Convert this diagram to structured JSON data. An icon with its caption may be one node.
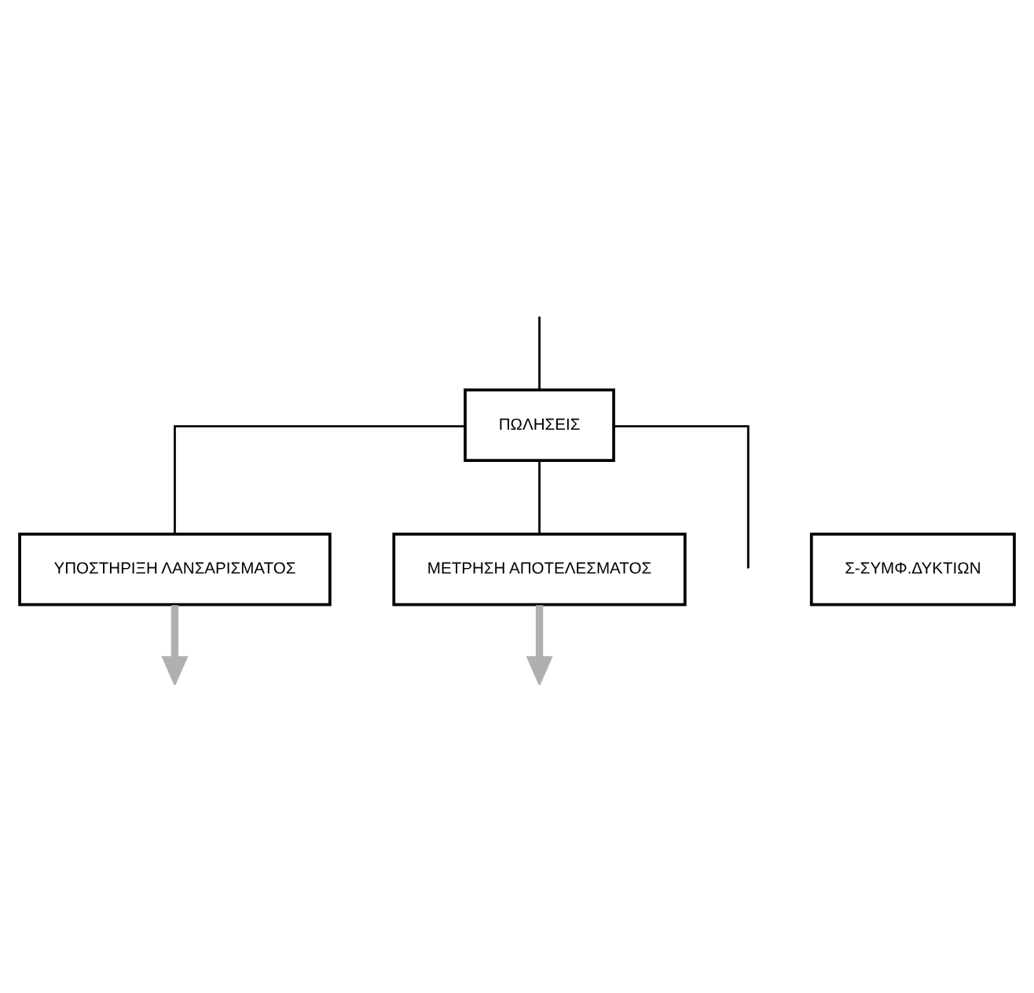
{
  "diagram": {
    "nodes": [
      {
        "text": [
          "ΠΩΛΗΣΕΙΣ"
        ]
      },
      {
        "text": [
          "Σ-ΣΥΜΦ.ΔΥΚΤΙΩΝ"
        ]
      },
      {
        "text": [
          "ΥΠΟΣΤΗΡΙΞΗ ΛΑΝΣΑΡΙΣΜΑΤΟΣ"
        ]
      },
      {
        "text": [
          "ΜΕΤΡΗΣΗ ΑΠΟΤΕΛΕΣΜΑΤΟΣ"
        ]
      }
    ],
    "edges": [
      {
        "from": null,
        "to": 0,
        "arrow": "none"
      },
      {
        "from": 0,
        "to": null,
        "arrow": "none"
      },
      {
        "from": 0,
        "to": 2,
        "arrow": "none"
      },
      {
        "from": 0,
        "to": 3,
        "arrow": "none"
      },
      {
        "from": 2,
        "to": null,
        "arrow": "to",
        "style": "thick",
        "color": "#b0b0b0"
      },
      {
        "from": 3,
        "to": null,
        "arrow": "to",
        "style": "thick",
        "color": "#b0b0b0"
      }
    ]
  }
}
